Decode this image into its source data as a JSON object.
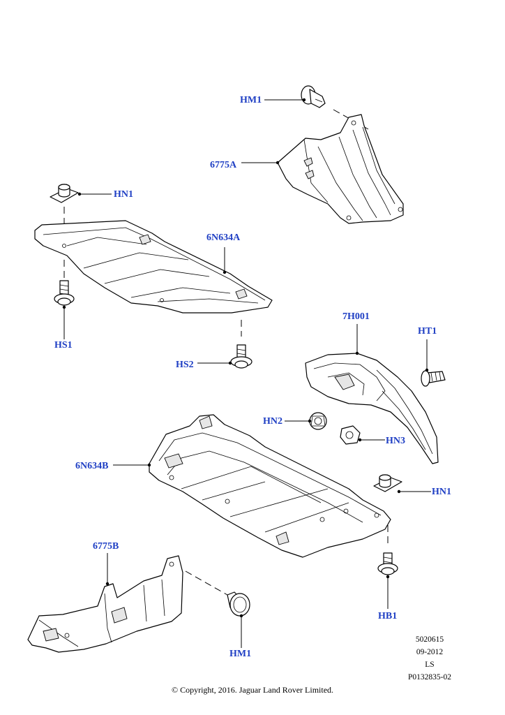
{
  "labels": {
    "hm1_top": "HM1",
    "part_6775a": "6775A",
    "hn1_left": "HN1",
    "part_6n634a": "6N634A",
    "hs1": "HS1",
    "hs2": "HS2",
    "part_7h001": "7H001",
    "ht1": "HT1",
    "hn2": "HN2",
    "hn3": "HN3",
    "part_6n634b": "6N634B",
    "hn1_right": "HN1",
    "part_6775b": "6775B",
    "hb1": "HB1",
    "hm1_bottom": "HM1"
  },
  "meta": {
    "line1": "5020615",
    "line2": "09-2012",
    "line3": "LS",
    "line4": "P0132835-02"
  },
  "copyright": "© Copyright, 2016. Jaguar Land Rover Limited.",
  "colors": {
    "label": "#1f3fc4",
    "line": "#000000"
  }
}
